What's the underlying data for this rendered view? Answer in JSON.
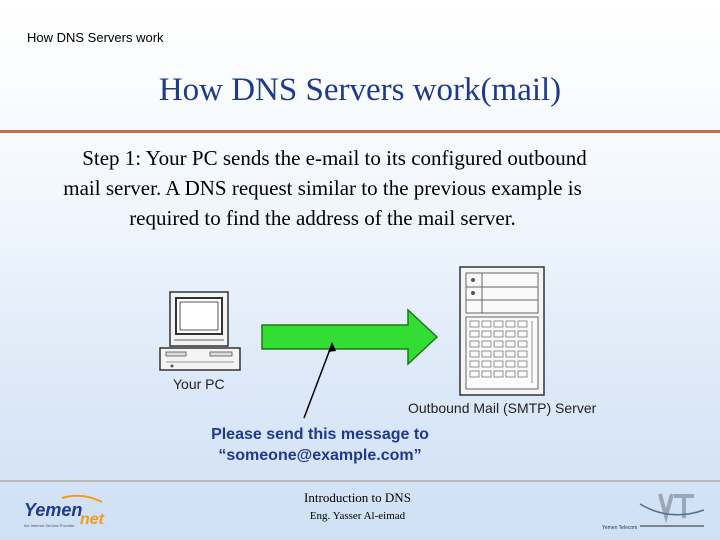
{
  "header": {
    "small_title": "How DNS Servers work"
  },
  "slide": {
    "title": "How DNS Servers work(mail)",
    "body": "Step 1: Your PC sends the e-mail to its configured outbound mail server. A DNS request similar to the previous example is required to find the address of the mail server."
  },
  "diagram": {
    "pc_label": "Your PC",
    "server_label": "Outbound Mail (SMTP) Server",
    "message": "Please send this message to “someone@example.com”",
    "arrow_color": "#33dd33",
    "arrow_outline": "#1a7a1a"
  },
  "footer": {
    "left_logo_text": "Yemennet",
    "left_logo_tagline": "the Internet Service Provider",
    "title": "Introduction to DNS",
    "author": "Eng. Yasser Al-eimad",
    "right_logo_text": "YT",
    "right_logo_caption": "Yemen Telecom"
  },
  "colors": {
    "title": "#1f3a8a",
    "rule": "#c8664e",
    "message": "#1f3a8a"
  }
}
